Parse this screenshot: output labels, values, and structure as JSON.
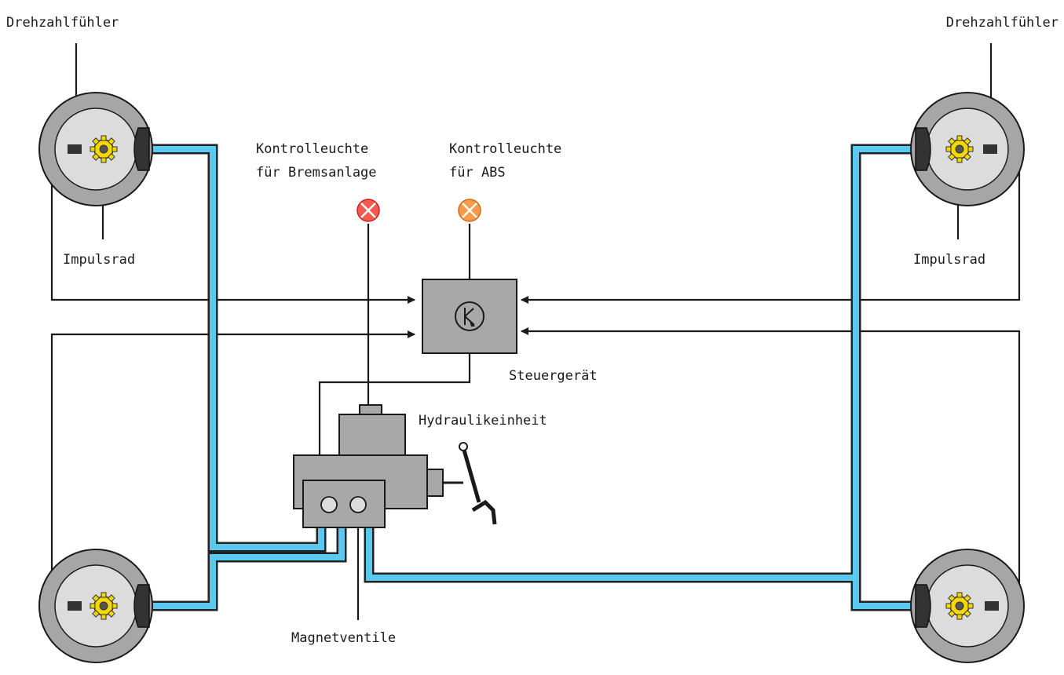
{
  "labels": {
    "sensor_left": "Drehzahlfühler",
    "sensor_right": "Drehzahlfühler",
    "impulse_left": "Impulsrad",
    "impulse_right": "Impulsrad",
    "lamp_brake_line1": "Kontrolleuchte",
    "lamp_brake_line2": "für Bremsanlage",
    "lamp_abs_line1": "Kontrolleuchte",
    "lamp_abs_line2": "für ABS",
    "control_unit": "Steuergerät",
    "hydraulic_unit": "Hydraulikeinheit",
    "valves": "Magnetventile"
  },
  "colors": {
    "brake_line": "#5bc8f0",
    "wheel_outer": "#a6a6a6",
    "wheel_inner": "#dcdcdc",
    "unit_fill": "#a8a8a8",
    "gear": "#f5d800",
    "lamp_brake": "#f15a4f",
    "lamp_abs": "#f79b4b",
    "wire": "#1a1a1a"
  }
}
